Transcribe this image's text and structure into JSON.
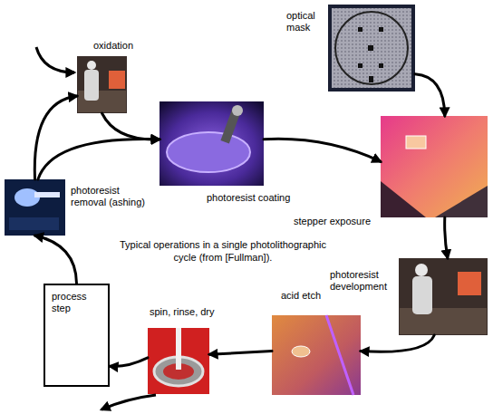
{
  "diagram": {
    "caption": "Typical operations in a single photolithographic cycle (from [Fullman]).",
    "nodes": [
      {
        "text": [
          "oxidation"
        ]
      },
      {
        "text": [
          "optical mask"
        ]
      },
      {
        "text": [
          "photoresist coating"
        ]
      },
      {
        "text": [
          "photoresist removal (ashing)"
        ]
      },
      {
        "text": [
          "stepper exposure"
        ]
      },
      {
        "text": [
          "photoresist development"
        ]
      },
      {
        "text": [
          "acid etch"
        ]
      },
      {
        "text": [
          "spin, rinse, dry"
        ]
      },
      {
        "text": [
          "process step"
        ]
      }
    ],
    "edges": [
      {
        "from": 3,
        "to": 0,
        "arrow": "to"
      },
      {
        "from": 3,
        "to": 2,
        "arrow": "to"
      },
      {
        "from": 0,
        "to": 2,
        "arrow": "to"
      },
      {
        "from": 2,
        "to": 4,
        "arrow": "to"
      },
      {
        "from": 1,
        "to": 4,
        "arrow": "to"
      },
      {
        "from": 4,
        "to": 5,
        "arrow": "to"
      },
      {
        "from": 5,
        "to": 6,
        "arrow": "to"
      },
      {
        "from": 6,
        "to": 7,
        "arrow": "to"
      },
      {
        "from": 7,
        "to": 8,
        "arrow": "to"
      },
      {
        "from": 8,
        "to": 3,
        "arrow": "to"
      }
    ]
  }
}
